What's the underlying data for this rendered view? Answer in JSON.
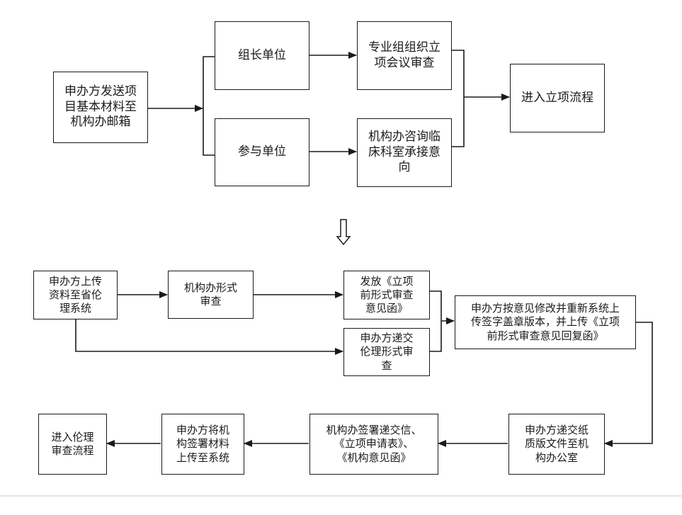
{
  "top_flow": {
    "sponsor_send": "申办方发送项\n目基本材料至\n机构办邮箱",
    "leader_unit": "组长单位",
    "participant_unit": "参与单位",
    "expert_meeting": "专业组组织立\n项会议审查",
    "consult_dept": "机构办咨询临\n床科室承接意\n向",
    "enter_project": "进入立项流程"
  },
  "bottom_flow": {
    "upload_ethics": "申办方上传\n资料至省伦\n理系统",
    "formal_review": "机构办形式\n审查",
    "issue_opinion": "发放《立项\n前形式审查\n意见函》",
    "submit_ethics_review": "申办方递交\n伦理形式审\n查",
    "revise_upload": "申办方按意见修改并重新系统上\n传签字盖章版本，并上传《立项\n前形式审查意见回复函》",
    "submit_paper": "申办方递交纸\n质版文件至机\n构办公室",
    "sign_letters": "机构办签署递交信、\n《立项申请表》、\n《机构意见函》",
    "upload_signed": "申办方将机\n构签署材料\n上传至系统",
    "enter_ethics": "进入伦理\n审查流程"
  },
  "colors": {
    "stroke": "#1a1a1a",
    "background": "#ffffff"
  }
}
